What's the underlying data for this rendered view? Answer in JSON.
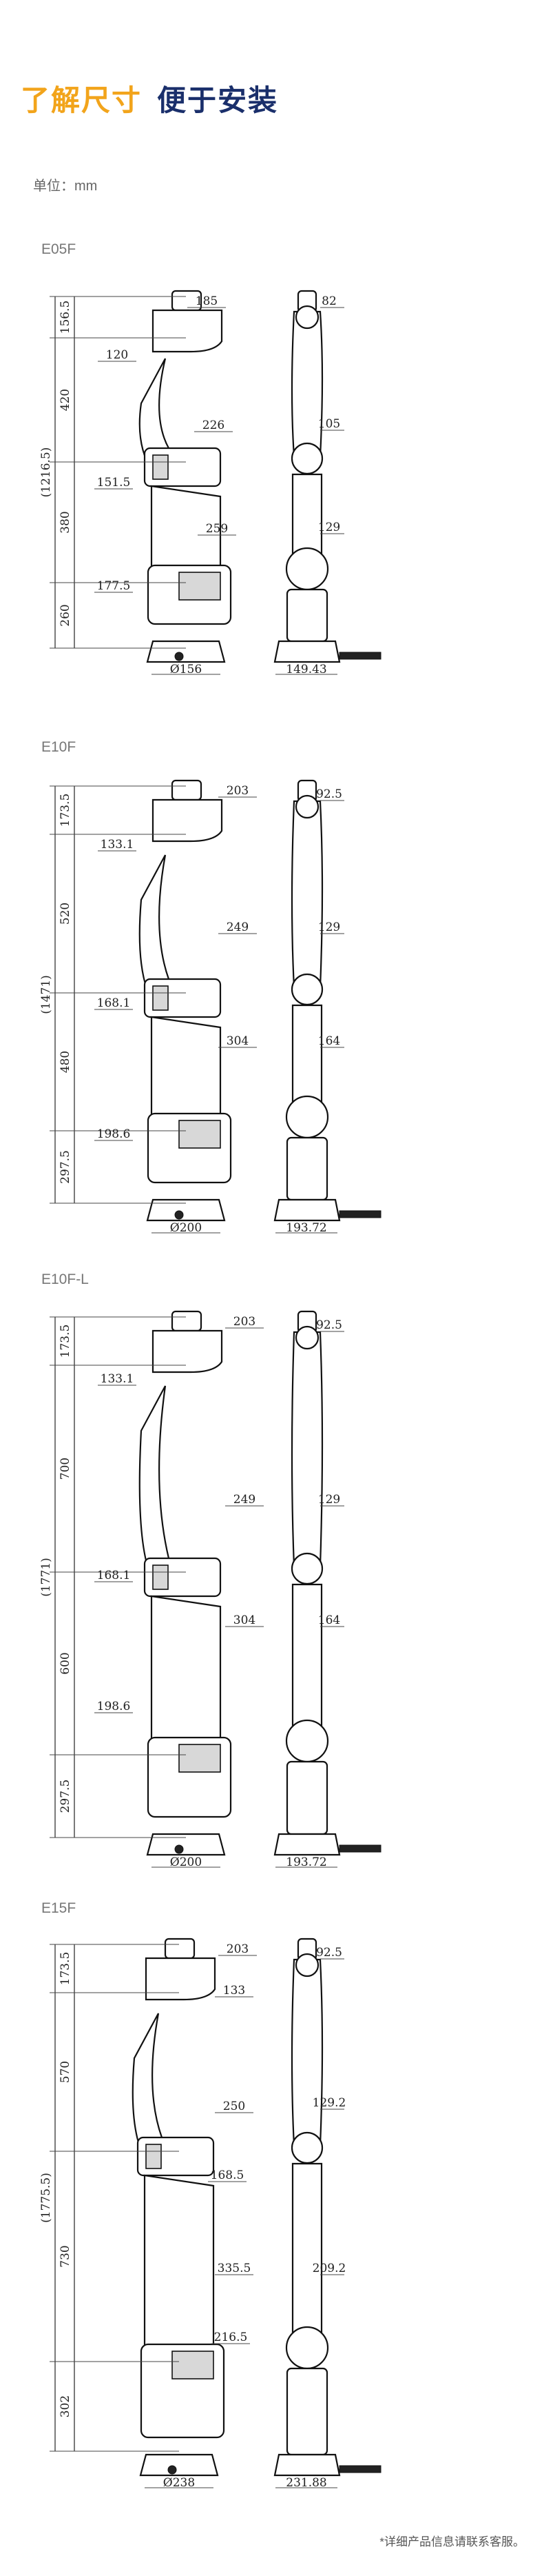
{
  "heading": {
    "part1": "了解尺寸",
    "part2": "便于安装"
  },
  "unit_label": "单位：mm",
  "models": [
    {
      "name": "E05F",
      "left_dims": [
        "156.5",
        "420",
        "(1216.5)",
        "380",
        "260"
      ],
      "callouts": [
        "185",
        "120",
        "226",
        "151.5",
        "259",
        "177.5"
      ],
      "base": "Ø156",
      "side_dims": [
        "82",
        "105",
        "129"
      ],
      "side_base": "149.43"
    },
    {
      "name": "E10F",
      "left_dims": [
        "173.5",
        "520",
        "(1471)",
        "480",
        "297.5"
      ],
      "callouts": [
        "203",
        "133.1",
        "249",
        "168.1",
        "304",
        "198.6"
      ],
      "base": "Ø200",
      "side_dims": [
        "92.5",
        "129",
        "164"
      ],
      "side_base": "193.72"
    },
    {
      "name": "E10F-L",
      "left_dims": [
        "173.5",
        "700",
        "(1771)",
        "600",
        "297.5"
      ],
      "callouts": [
        "203",
        "133.1",
        "249",
        "168.1",
        "304",
        "198.6"
      ],
      "base": "Ø200",
      "side_dims": [
        "92.5",
        "129",
        "164"
      ],
      "side_base": "193.72"
    },
    {
      "name": "E15F",
      "left_dims": [
        "173.5",
        "570",
        "(1775.5)",
        "730",
        "302"
      ],
      "callouts": [
        "203",
        "133",
        "250",
        "168.5",
        "335.5",
        "216.5"
      ],
      "base": "Ø238",
      "side_dims": [
        "92.5",
        "129.2",
        "209.2"
      ],
      "side_base": "231.88"
    }
  ],
  "footnote": "*详细产品信息请联系客服。"
}
